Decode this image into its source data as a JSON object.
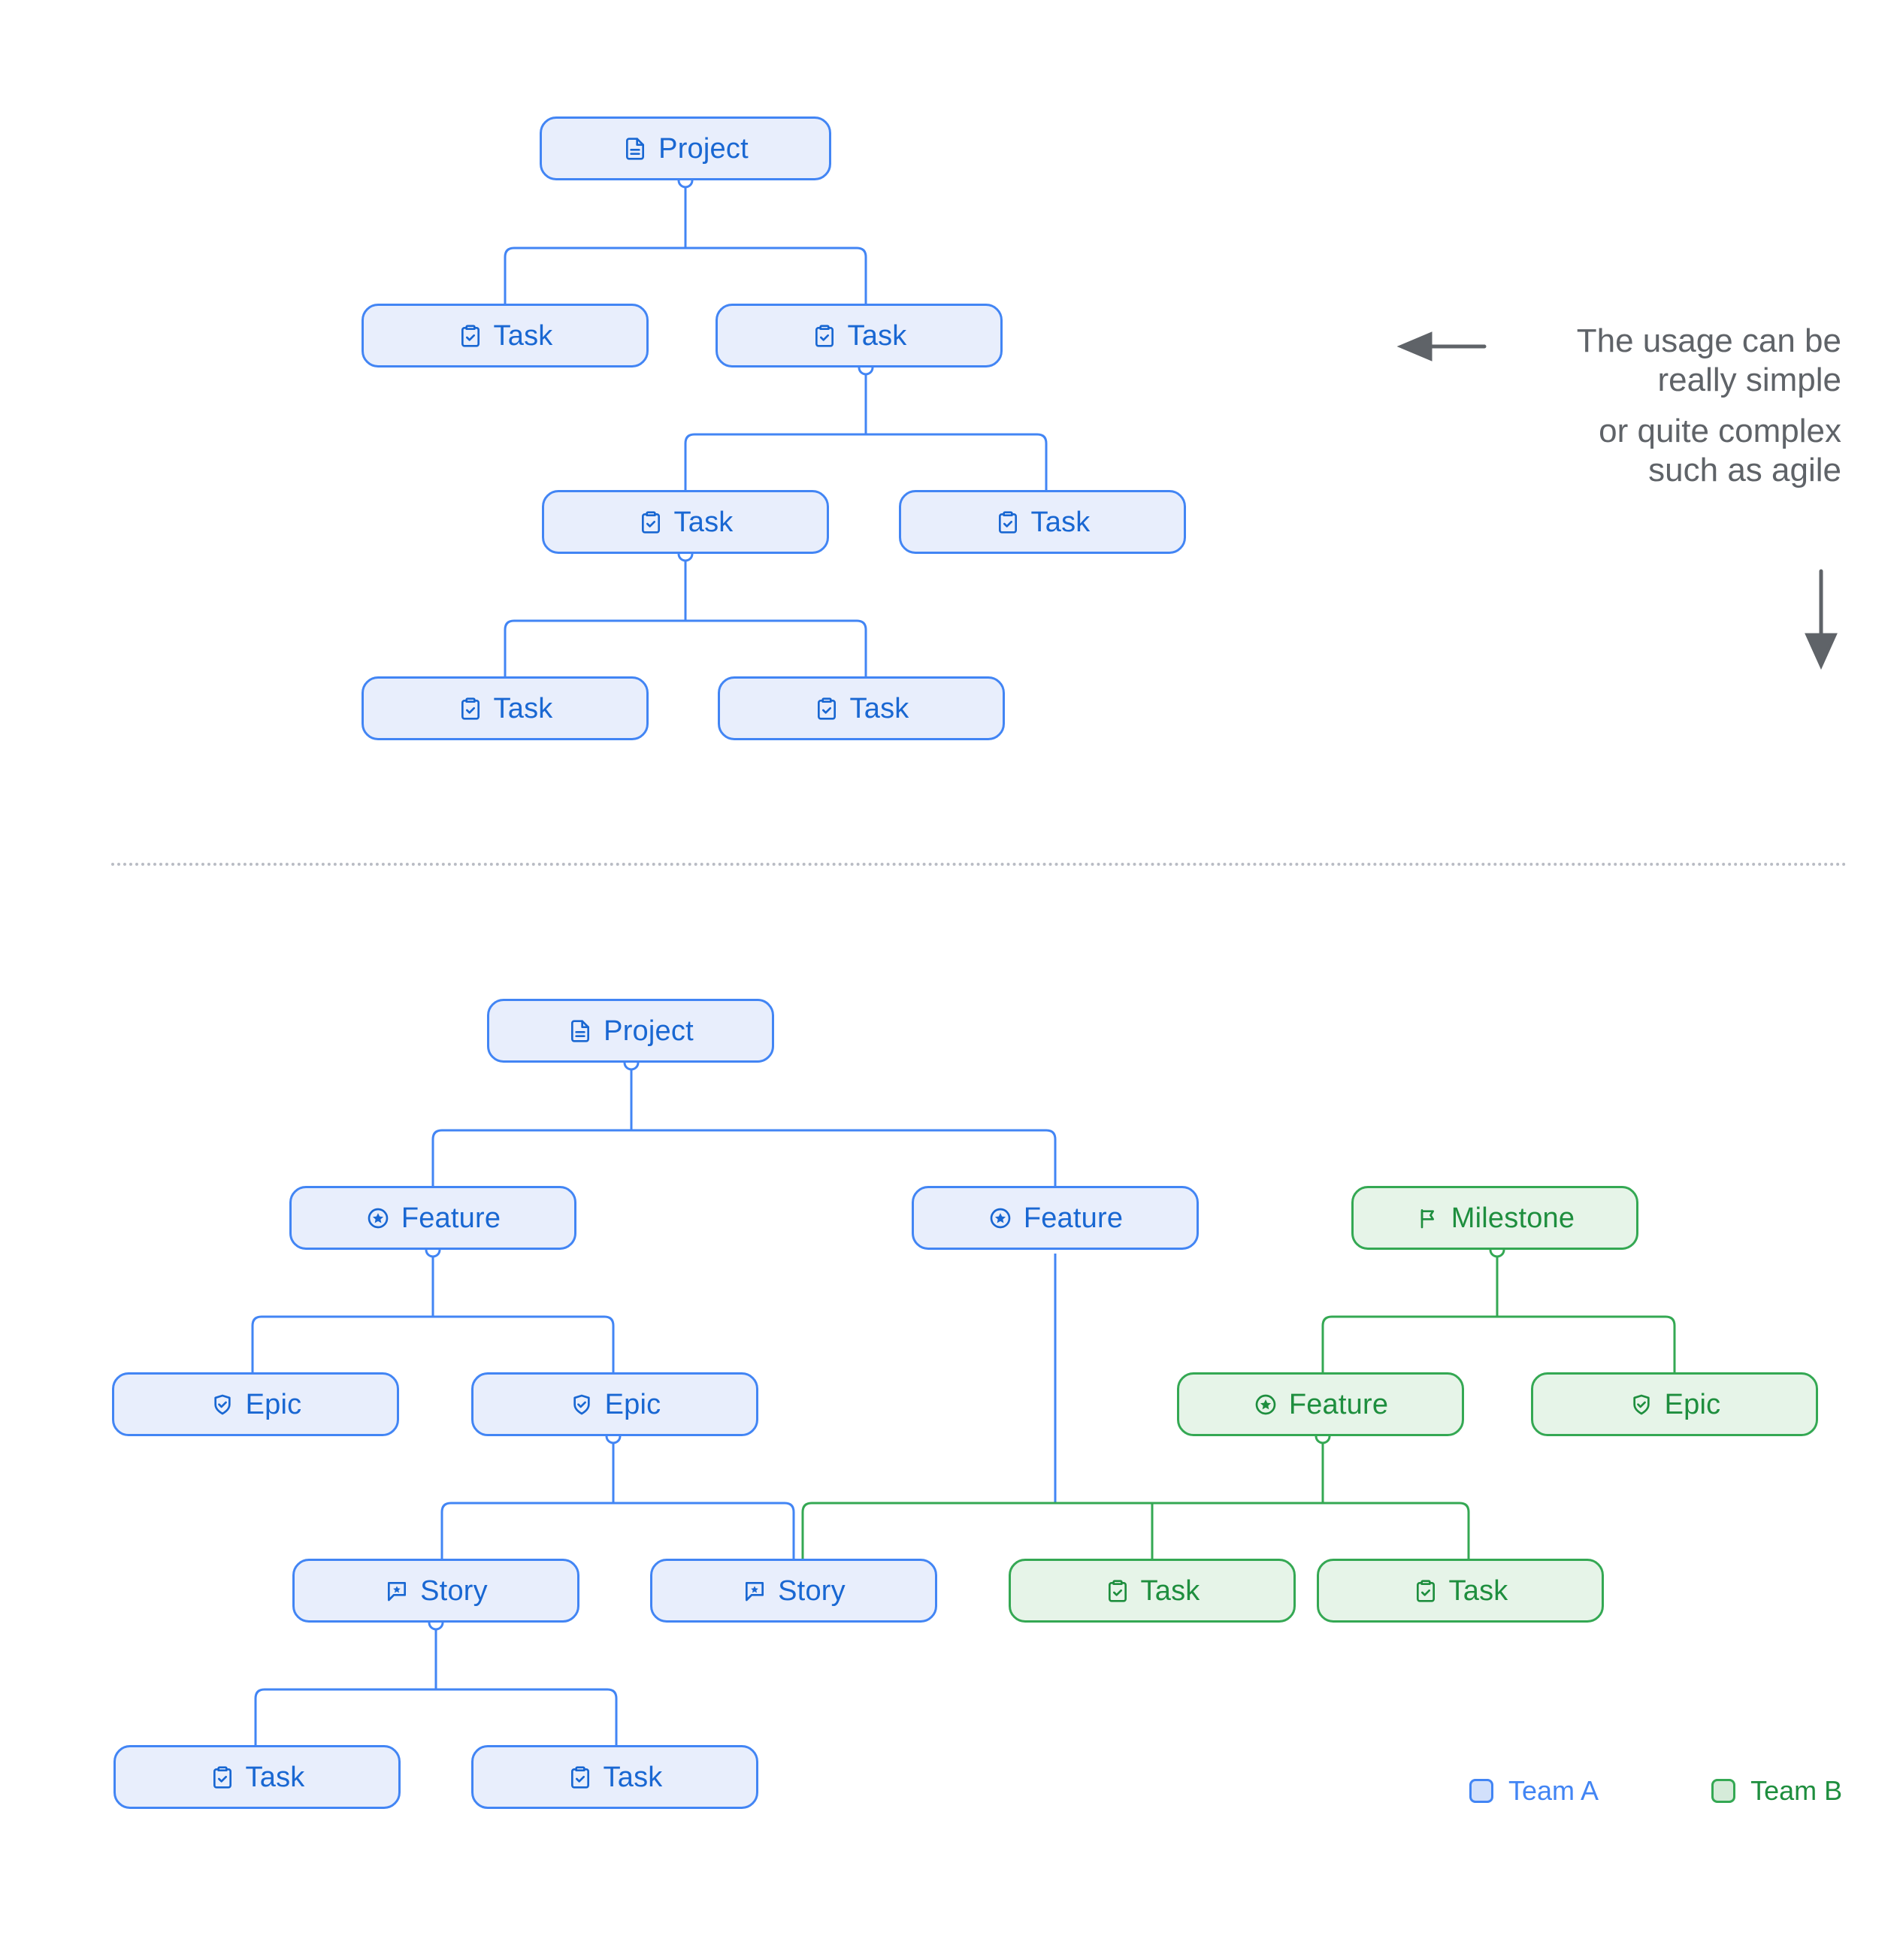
{
  "colors": {
    "team_a_border": "#4285f4",
    "team_a_fill": "#e8eefc",
    "team_a_text": "#1967d2",
    "team_b_border": "#34a853",
    "team_b_fill": "#e6f4e8",
    "team_b_text": "#1e8e3e",
    "annotation_text": "#5f6368",
    "divider": "#b9bcc4",
    "background": "#ffffff"
  },
  "simple_tree": {
    "nodes": {
      "project": {
        "label": "Project",
        "icon": "document-icon",
        "team": "Team A"
      },
      "task_l1a": {
        "label": "Task",
        "icon": "clipboard-check-icon",
        "team": "Team A"
      },
      "task_l1b": {
        "label": "Task",
        "icon": "clipboard-check-icon",
        "team": "Team A"
      },
      "task_l2a": {
        "label": "Task",
        "icon": "clipboard-check-icon",
        "team": "Team A"
      },
      "task_l2b": {
        "label": "Task",
        "icon": "clipboard-check-icon",
        "team": "Team A"
      },
      "task_l3a": {
        "label": "Task",
        "icon": "clipboard-check-icon",
        "team": "Team A"
      },
      "task_l3b": {
        "label": "Task",
        "icon": "clipboard-check-icon",
        "team": "Team A"
      }
    }
  },
  "annotation": {
    "line1": "The usage can be",
    "line2": "really simple",
    "line3": "or quite complex",
    "line4": "such as agile",
    "left_arrow": "left-arrow-icon",
    "down_arrow": "down-arrow-icon"
  },
  "complex_tree": {
    "nodes": {
      "project": {
        "label": "Project",
        "icon": "document-icon",
        "team": "Team A"
      },
      "feature_1": {
        "label": "Feature",
        "icon": "star-circle-icon",
        "team": "Team A"
      },
      "feature_2": {
        "label": "Feature",
        "icon": "star-circle-icon",
        "team": "Team A"
      },
      "milestone": {
        "label": "Milestone",
        "icon": "flag-icon",
        "team": "Team B"
      },
      "epic_1": {
        "label": "Epic",
        "icon": "shield-check-icon",
        "team": "Team A"
      },
      "epic_2": {
        "label": "Epic",
        "icon": "shield-check-icon",
        "team": "Team A"
      },
      "feature_3": {
        "label": "Feature",
        "icon": "star-circle-icon",
        "team": "Team B"
      },
      "epic_3": {
        "label": "Epic",
        "icon": "shield-check-icon",
        "team": "Team B"
      },
      "story_1": {
        "label": "Story",
        "icon": "story-bubble-icon",
        "team": "Team A"
      },
      "story_2": {
        "label": "Story",
        "icon": "story-bubble-icon",
        "team": "Team A"
      },
      "task_g1": {
        "label": "Task",
        "icon": "clipboard-check-icon",
        "team": "Team B"
      },
      "task_g2": {
        "label": "Task",
        "icon": "clipboard-check-icon",
        "team": "Team B"
      },
      "task_b1": {
        "label": "Task",
        "icon": "clipboard-check-icon",
        "team": "Team A"
      },
      "task_b2": {
        "label": "Task",
        "icon": "clipboard-check-icon",
        "team": "Team A"
      }
    }
  },
  "legend": {
    "team_a": "Team A",
    "team_b": "Team B"
  }
}
